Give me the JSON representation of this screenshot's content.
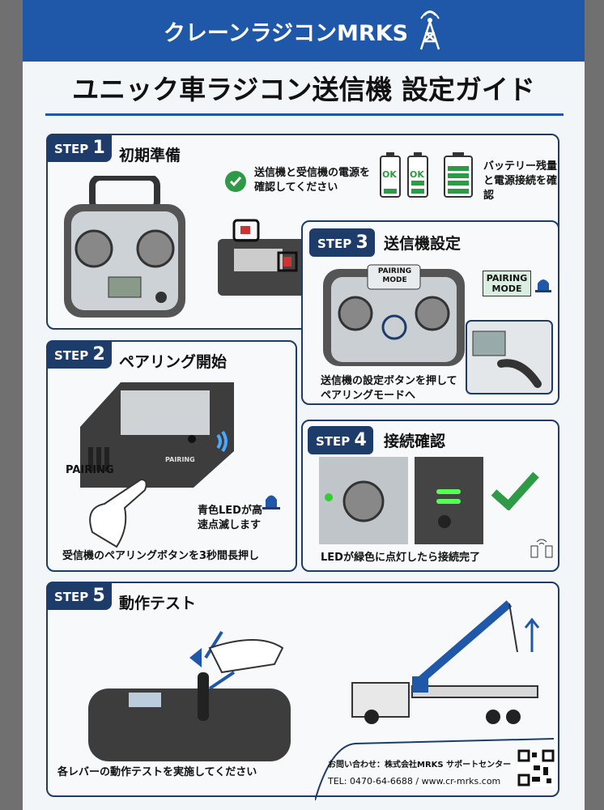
{
  "header": {
    "brand": "クレーンラジコンMRKS",
    "icon": "antenna-tower-icon"
  },
  "title": "ユニック車ラジコン送信機 設定ガイド",
  "steps": [
    {
      "badge": "STEP",
      "num": "1",
      "title": "初期準備",
      "note": "送信機と受信機の電源を確認してください",
      "battery_ok_1": "OK",
      "battery_ok_2": "OK",
      "battery_note": "バッテリー残量と電源接続を確認"
    },
    {
      "badge": "STEP",
      "num": "2",
      "title": "ペアリング開始",
      "button_label": "PAIRING",
      "device_label": "PAIRING",
      "led_note": "青色LEDが高速点滅します",
      "caption": "受信機のペアリングボタンを3秒間長押し"
    },
    {
      "badge": "STEP",
      "num": "3",
      "title": "送信機設定",
      "screen_text": "PAIRING MODE",
      "callout": "PAIRING MODE",
      "caption": "送信機の設定ボタンを押してペアリングモードへ"
    },
    {
      "badge": "STEP",
      "num": "4",
      "title": "接続確認",
      "caption": "LEDが緑色に点灯したら接続完了"
    },
    {
      "badge": "STEP",
      "num": "5",
      "title": "動作テスト",
      "caption": "各レバーの動作テストを実施してください"
    }
  ],
  "footer": {
    "contact": "お問い合わせ：株式会社MRKS サポートセンター",
    "tel": "TEL: 0470-64-6688 / www.cr-mrks.com"
  },
  "colors": {
    "brand": "#1f58a8",
    "navy": "#1d3c6a",
    "green": "#2e9a45"
  }
}
